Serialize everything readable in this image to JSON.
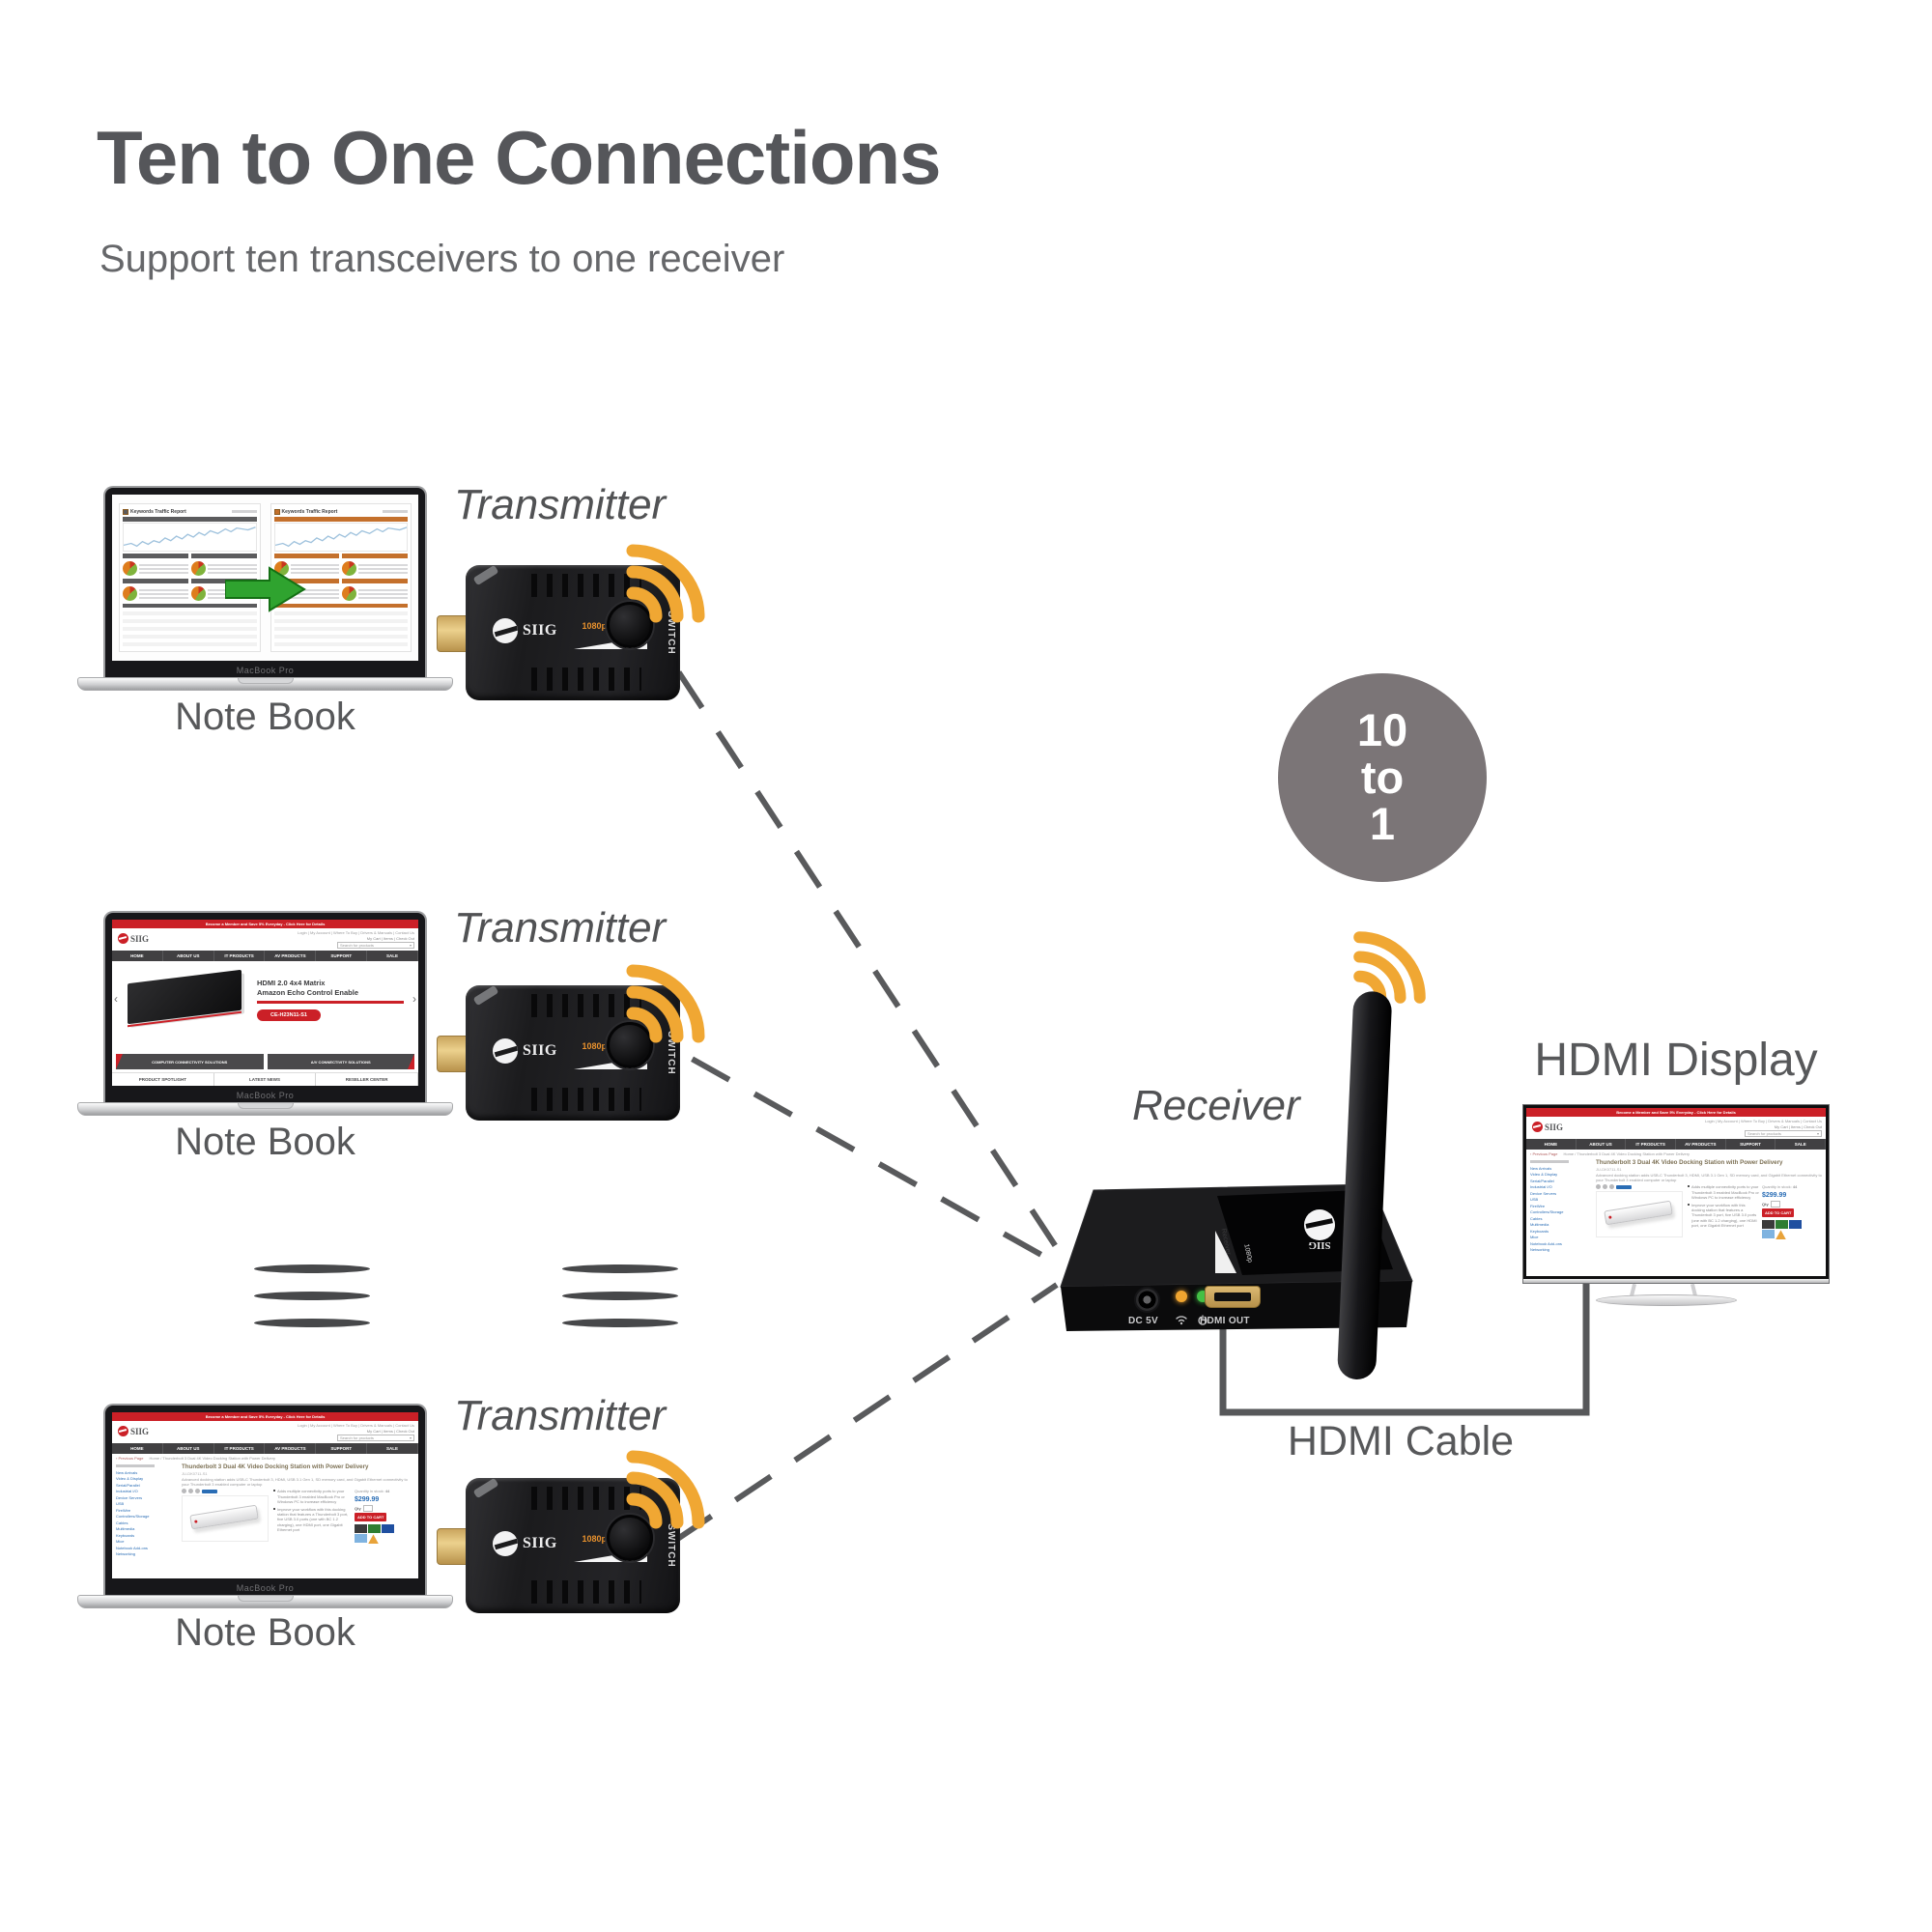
{
  "page": {
    "title": "Ten to One Connections",
    "subtitle": "Support ten transceivers to one receiver"
  },
  "badge": {
    "line1": "10",
    "line2": "to",
    "line3": "1"
  },
  "labels": {
    "transmitter": "Transmitter",
    "receiver": "Receiver",
    "notebook": "Note Book",
    "hdmi_display": "HDMI Display",
    "hdmi_cable": "HDMI Cable"
  },
  "transmitter_device": {
    "brand": "SIIG",
    "resolution": "1080p",
    "wedge_label": "Transmitter",
    "switch_label": "SWITCH"
  },
  "receiver_device": {
    "brand": "SIIG",
    "top_wedge_label": "Receiver",
    "top_res": "1080p",
    "dc_label": "DC 5V",
    "hdmi_out_label": "HDMI OUT"
  },
  "laptop": {
    "bezel_brand": "MacBook Pro"
  },
  "report_screen": {
    "title": "Keywords Traffic Report"
  },
  "siig_site": {
    "banner": "Become a Member and Save 5% Everyday - Click Here for Details",
    "account_links": "Login | My Account | Where To Buy | Drivers & Manuals | Contact Us",
    "cart_links": "My Cart | Items | Check Out",
    "search_placeholder": "Search for products",
    "search_caret": "▾",
    "brand": "SIIG",
    "nav": [
      "HOME",
      "ABOUT US",
      "IT PRODUCTS",
      "AV PRODUCTS",
      "SUPPORT",
      "SALE"
    ],
    "home": {
      "hero_line1": "HDMI 2.0 4x4 Matrix",
      "hero_line2": "Amazon Echo Control Enable",
      "hero_button": "CE-H23N11-S1",
      "chevron_left": "‹",
      "chevron_right": "›",
      "solution_bars": [
        "COMPUTER CONNECTIVITY SOLUTIONS",
        "A/V CONNECTIVITY SOLUTIONS"
      ],
      "footer_columns": [
        "PRODUCT SPOTLIGHT",
        "LATEST NEWS",
        "RESELLER CENTER"
      ]
    },
    "product": {
      "previous_page": "‹ Previous Page",
      "breadcrumb": "Home / Thunderbolt 3 Dual 4K Video Docking Station with Power Delivery",
      "sidebar": [
        "New Arrivals",
        "Video & Display",
        "Serial/Parallel",
        "Industrial I/O",
        "Device Servers",
        "USB",
        "FireWire",
        "Controllers/Storage",
        "Cables",
        "Multimedia",
        "Keyboards",
        "Mice",
        "Notebook Add-ons",
        "Networking"
      ],
      "title": "Thunderbolt 3 Dual 4K Video Docking Station with Power Delivery",
      "sku": "JU-DK0711-S1",
      "description": "Advanced docking station adds USB-C Thunderbolt 3, HDMI, USB 3.1 Gen 1, SD memory card, and Gigabit Ethernet connectivity to your Thunderbolt 3 enabled computer or laptop",
      "bullets": [
        "Adds multiple connectivity ports to your Thunderbolt 3 enabled MacBook Pro or Windows PC to increase efficiency",
        "Improve your workflow with this docking station that features a Thunderbolt 3 port, five USB 3.0 ports (one with BC 1.2 charging), one HDMI port, one Gigabit Ethernet port"
      ],
      "stock_label": "Quantity in stock:",
      "stock_value": "44",
      "price": "$299.99",
      "qty_label": "Qty",
      "add_to_cart": "ADD TO CART"
    }
  },
  "colors": {
    "siig_red": "#cb2027",
    "wifi_yellow": "#f0a733",
    "badge_gray": "#7b7577",
    "dash_gray": "#595a5c",
    "led_yellow": "#f0a530",
    "led_green": "#43c045",
    "link_blue": "#2a6db5",
    "arrow_green": "#2fa32f",
    "panel_orange": "#c4702c",
    "panel_gray": "#5b5b5d"
  }
}
